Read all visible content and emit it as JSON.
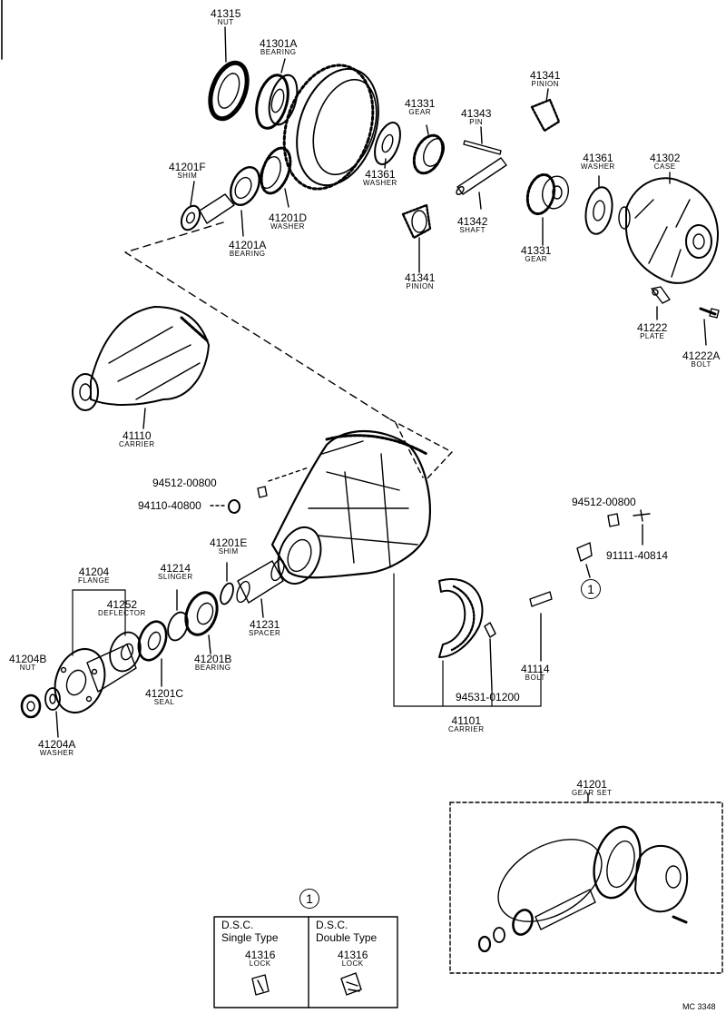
{
  "parts": {
    "p41315": {
      "number": "41315",
      "name": "NUT"
    },
    "p41301A": {
      "number": "41301A",
      "name": "BEARING"
    },
    "p41201F": {
      "number": "41201F",
      "name": "SHIM"
    },
    "p41201D": {
      "number": "41201D",
      "name": "WASHER"
    },
    "p41201A": {
      "number": "41201A",
      "name": "BEARING"
    },
    "p41361a": {
      "number": "41361",
      "name": "WASHER"
    },
    "p41331a": {
      "number": "41331",
      "name": "GEAR"
    },
    "p41343": {
      "number": "41343",
      "name": "PIN"
    },
    "p41342": {
      "number": "41342",
      "name": "SHAFT"
    },
    "p41341a": {
      "number": "41341",
      "name": "PINION"
    },
    "p41341b": {
      "number": "41341",
      "name": "PINION"
    },
    "p41331b": {
      "number": "41331",
      "name": "GEAR"
    },
    "p41361b": {
      "number": "41361",
      "name": "WASHER"
    },
    "p41302": {
      "number": "41302",
      "name": "CASE"
    },
    "p41222": {
      "number": "41222",
      "name": "PLATE"
    },
    "p41222A": {
      "number": "41222A",
      "name": "BOLT"
    },
    "p41110": {
      "number": "41110",
      "name": "CARRIER"
    },
    "p41201E": {
      "number": "41201E",
      "name": "SHIM"
    },
    "p41214": {
      "number": "41214",
      "name": "SLINGER"
    },
    "p41204": {
      "number": "41204",
      "name": "FLANGE"
    },
    "p41252": {
      "number": "41252",
      "name": "DEFLECTOR"
    },
    "p41204B": {
      "number": "41204B",
      "name": "NUT"
    },
    "p41201B": {
      "number": "41201B",
      "name": "BEARING"
    },
    "p41231": {
      "number": "41231",
      "name": "SPACER"
    },
    "p41201C": {
      "number": "41201C",
      "name": "SEAL"
    },
    "p41204A": {
      "number": "41204A",
      "name": "WASHER"
    },
    "p41114": {
      "number": "41114",
      "name": "BOLT"
    },
    "p41101": {
      "number": "41101",
      "name": "CARRIER"
    },
    "p41201": {
      "number": "41201",
      "name": "GEAR SET"
    },
    "p41316a": {
      "number": "41316",
      "name": "LOCK"
    },
    "p41316b": {
      "number": "41316",
      "name": "LOCK"
    }
  },
  "standalone": {
    "s94512a": "94512-00800",
    "s94110": "94110-40800",
    "s94512b": "94512-00800",
    "s91111": "91111-40814",
    "s94531": "94531-01200"
  },
  "callout": "1",
  "legend_box": {
    "circle": "1",
    "left_line1": "D.S.C.",
    "left_line2": "Single Type",
    "right_line1": "D.S.C.",
    "right_line2": "Double Type"
  },
  "diagram_code": "MC 3348"
}
